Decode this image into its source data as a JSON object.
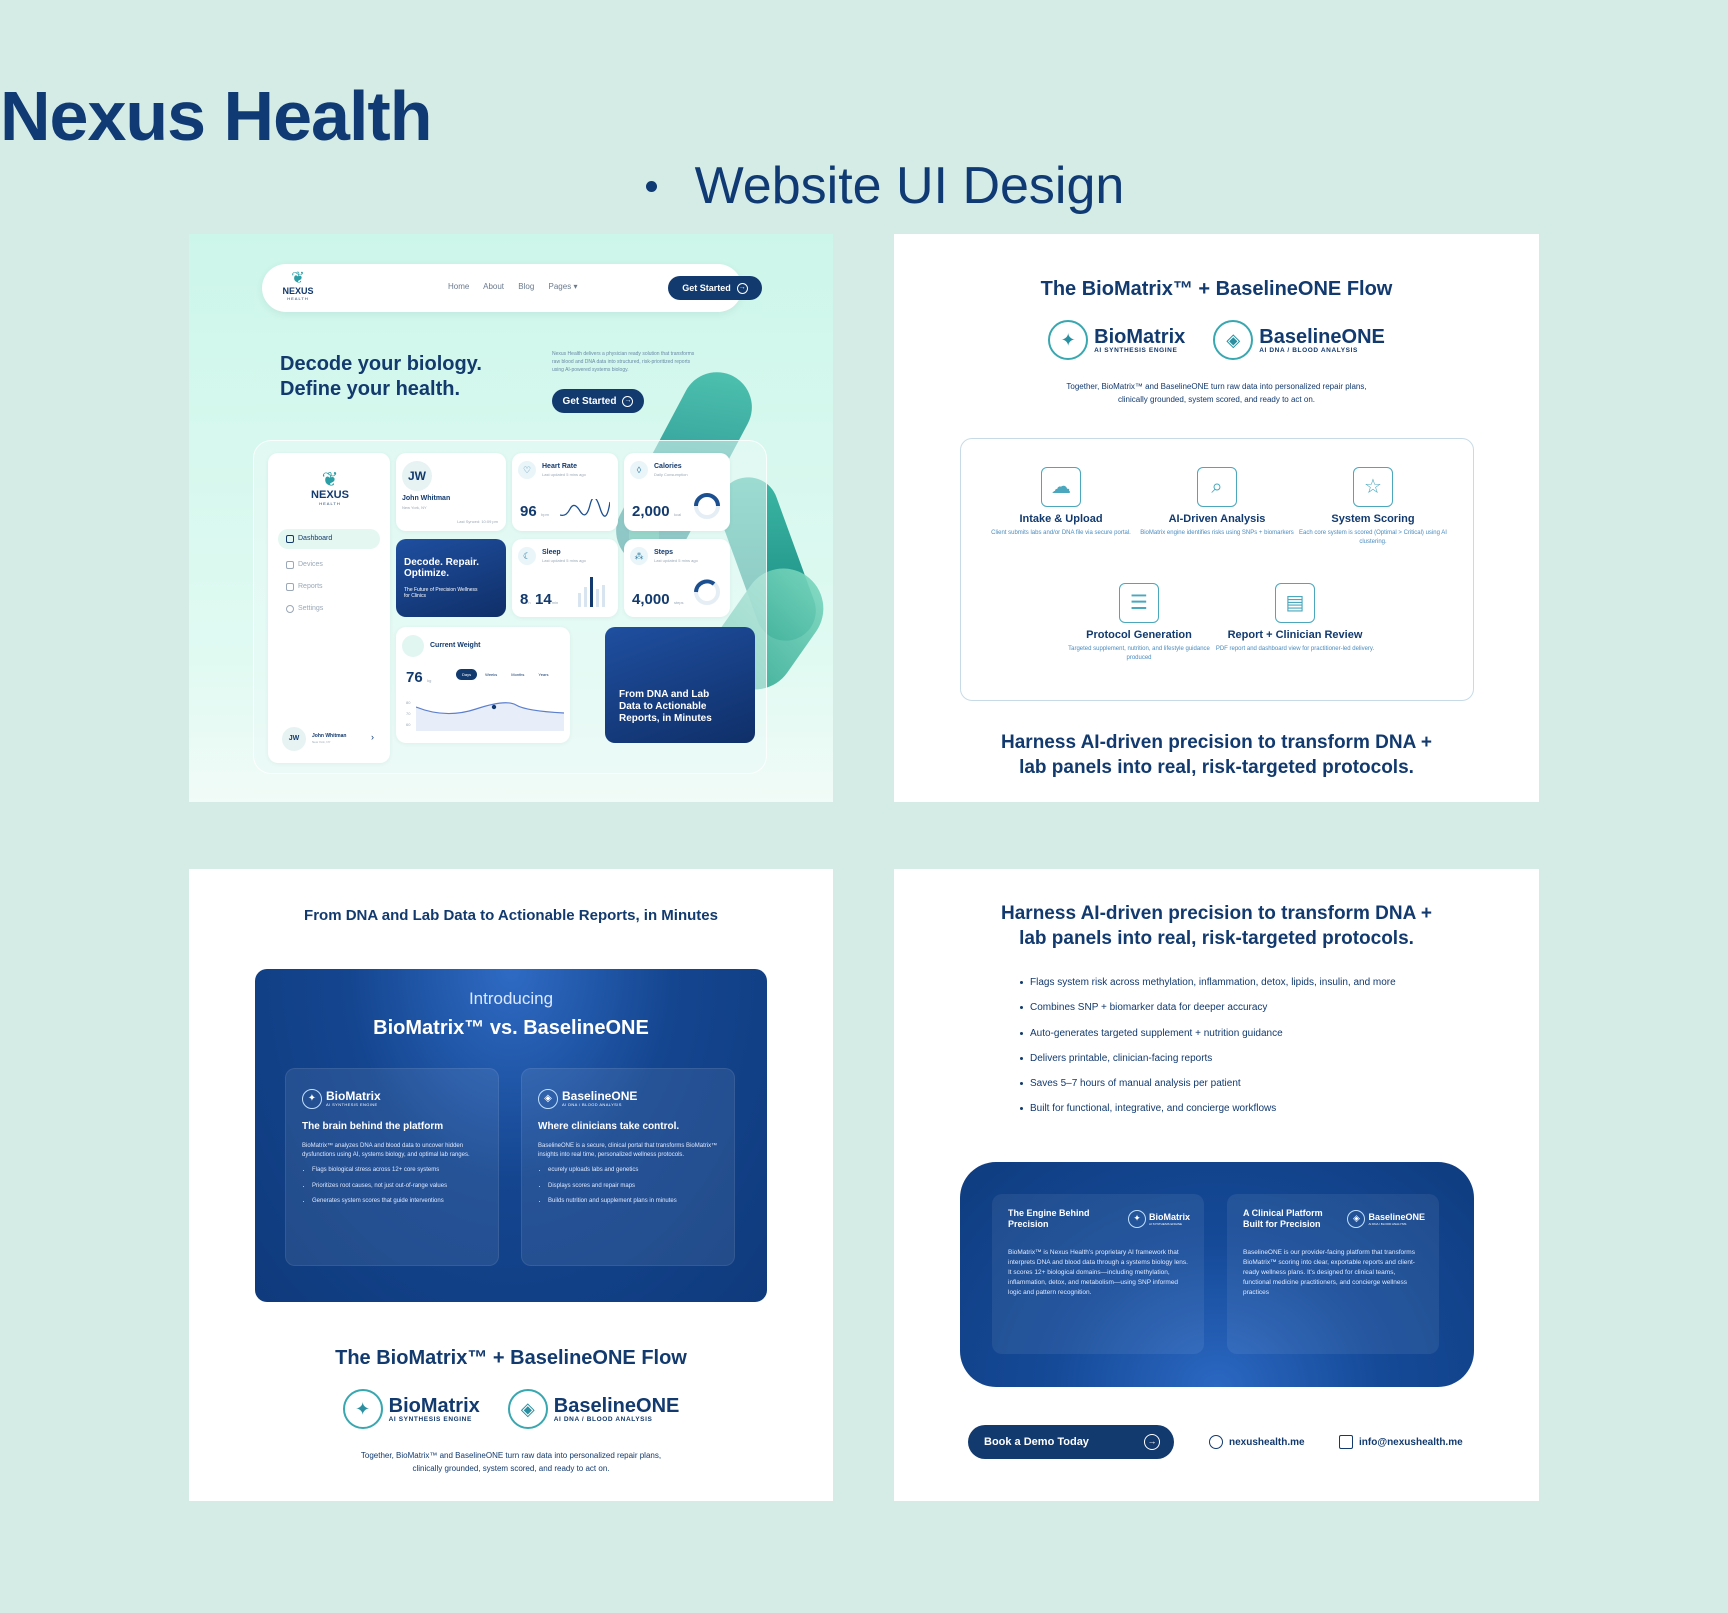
{
  "header": {
    "brand": "Nexus Health",
    "subtitle": "Website UI Design"
  },
  "panel1": {
    "logo_word": "NEXUS",
    "logo_sub": "HEALTH",
    "nav": [
      "Home",
      "About",
      "Blog",
      "Pages"
    ],
    "nav_cta": "Get Started",
    "hero_l1": "Decode your biology.",
    "hero_l2": "Define your health.",
    "hero_p": "Nexus Health delivers a physician ready solution that transforms raw blood and DNA data into structured, risk-prioritized reports using AI-powered systems biology.",
    "hero_cta": "Get Started",
    "sidebar": [
      "Dashboard",
      "Devices",
      "Reports",
      "Settings"
    ],
    "user": {
      "initials": "JW",
      "name": "John Whitman",
      "location": "New York, NY",
      "synced": "Last Synced: 10:09 pm"
    },
    "heart": {
      "title": "Heart Rate",
      "sub": "Last updated 5 mins ago",
      "value": "96",
      "unit": "bpm"
    },
    "calories": {
      "title": "Calories",
      "sub": "Daily Consumption",
      "value": "2,000",
      "unit": "kcal"
    },
    "promo": {
      "title": "Decode. Repair. Optimize.",
      "text": "The Future of Precision Wellness for Clinics"
    },
    "sleep": {
      "title": "Sleep",
      "sub": "Last updated 5 mins ago",
      "value_h": "8",
      "value_m": "14",
      "unit_h": "h",
      "unit_m": "min"
    },
    "steps": {
      "title": "Steps",
      "sub": "Last updated 5 mins ago",
      "value": "4,000",
      "unit": "steps"
    },
    "weight": {
      "title": "Current Weight",
      "value": "76",
      "unit": "kg",
      "tabs": [
        "Days",
        "Weeks",
        "Months",
        "Years"
      ],
      "yticks": [
        "80",
        "70",
        "60"
      ]
    },
    "cta_card": "From DNA and Lab Data to Actionable Reports, in Minutes"
  },
  "panel2": {
    "title": "The BioMatrix™ + BaselineONE Flow",
    "bio_name": "BioMatrix",
    "bio_tag": "AI SYNTHESIS ENGINE",
    "base_name": "BaselineONE",
    "base_tag": "AI DNA / BLOOD ANALYSIS",
    "desc_l1": "Together, BioMatrix™ and BaselineONE turn raw data into personalized repair plans,",
    "desc_l2": "clinically grounded, system scored, and ready to act on.",
    "steps": [
      {
        "title": "Intake & Upload",
        "desc": "Client submits labs and/or DNA file via secure portal."
      },
      {
        "title": "AI-Driven Analysis",
        "desc": "BioMatrix engine identifies risks using SNPs + biomarkers"
      },
      {
        "title": "System Scoring",
        "desc": "Each core system is scored (Optimal > Critical) using AI clustering."
      },
      {
        "title": "Protocol Generation",
        "desc": "Targeted supplement, nutrition, and lifestyle guidance produced"
      },
      {
        "title": "Report + Clinician Review",
        "desc": "PDF report and dashboard view for practitioner-led delivery."
      }
    ],
    "tag_l1": "Harness AI-driven precision to transform DNA +",
    "tag_l2": "lab panels into real, risk-targeted protocols."
  },
  "panel3": {
    "title": "From DNA and Lab Data to Actionable Reports, in Minutes",
    "intro": "Introducing",
    "headline": "BioMatrix™ vs. BaselineONE",
    "bio": {
      "name": "BioMatrix",
      "tag": "AI SYNTHESIS ENGINE",
      "heading": "The brain behind the platform",
      "desc": "BioMatrix™ analyzes DNA and blood data to uncover hidden dysfunctions using AI, systems biology, and optimal lab ranges.",
      "bullets": [
        "Flags biological stress across 12+ core systems",
        "Prioritizes root causes, not just out-of-range values",
        "Generates system scores that guide interventions"
      ]
    },
    "base": {
      "name": "BaselineONE",
      "tag": "AI DNA / BLOOD ANALYSIS",
      "heading": "Where clinicians take control.",
      "desc": "BaselineONE is a secure, clinical portal that transforms BioMatrix™ insights into real time, personalized wellness protocols.",
      "bullets": [
        "ecurely uploads labs and genetics",
        "Displays scores and repair maps",
        "Builds nutrition and supplement plans in minutes"
      ]
    },
    "flow_title": "The BioMatrix™ + BaselineONE Flow",
    "bio_name": "BioMatrix",
    "bio_tag": "AI SYNTHESIS ENGINE",
    "base_name": "BaselineONE",
    "base_tag": "AI DNA / BLOOD ANALYSIS",
    "desc_l1": "Together, BioMatrix™ and BaselineONE turn raw data into personalized repair plans,",
    "desc_l2": "clinically grounded, system scored, and ready to act on."
  },
  "panel4": {
    "title_l1": "Harness AI-driven precision to transform DNA +",
    "title_l2": "lab panels into real, risk-targeted protocols.",
    "bullets": [
      "Flags system risk across methylation, inflammation, detox, lipids, insulin, and more",
      "Combines SNP + biomarker data for deeper accuracy",
      "Auto-generates targeted supplement + nutrition guidance",
      "Delivers printable, clinician-facing reports",
      "Saves 5–7 hours of manual analysis per patient",
      "Built for functional, integrative, and concierge workflows"
    ],
    "engine": {
      "title": "The Engine Behind Precision",
      "brand": "BioMatrix",
      "tag": "AI SYNTHESIS ENGINE",
      "desc": "BioMatrix™ is Nexus Health's proprietary AI framework that interprets DNA and blood data through a systems biology lens. It scores 12+ biological domains—including methylation, inflammation, detox, and metabolism—using SNP informed logic and pattern recognition."
    },
    "clinical": {
      "title": "A Clinical Platform Built for Precision",
      "brand": "BaselineONE",
      "tag": "AI DNA / BLOOD ANALYSIS",
      "desc": "BaselineONE is our provider-facing platform that transforms BioMatrix™ scoring into clear, exportable reports and client-ready wellness plans. It's designed for clinical teams, functional medicine practitioners, and concierge wellness practices"
    },
    "cta": "Book a Demo Today",
    "site": "nexushealth.me",
    "email": "info@nexushealth.me"
  }
}
